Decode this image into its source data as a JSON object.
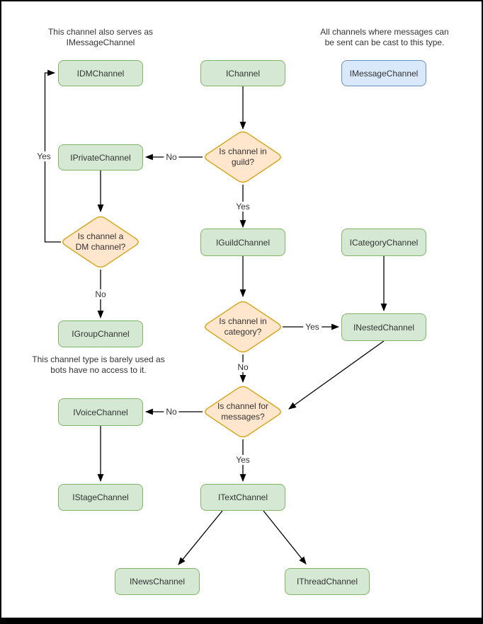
{
  "notes": {
    "dm_serves": {
      "lines": [
        "This channel also serves as",
        "IMessageChannel"
      ]
    },
    "message_cast": {
      "lines": [
        "All channels where messages can",
        "be sent can be cast to this type."
      ]
    },
    "group_unused": {
      "lines": [
        "This channel type is barely used as",
        "bots have no access to it."
      ]
    }
  },
  "nodes": {
    "idm": {
      "label": "IDMChannel"
    },
    "ichannel": {
      "label": "IChannel"
    },
    "imessage": {
      "label": "IMessageChannel"
    },
    "iprivate": {
      "label": "IPrivateChannel"
    },
    "iguild": {
      "label": "IGuildChannel"
    },
    "icategory": {
      "label": "ICategoryChannel"
    },
    "igroup": {
      "label": "IGroupChannel"
    },
    "inested": {
      "label": "INestedChannel"
    },
    "ivoice": {
      "label": "IVoiceChannel"
    },
    "istage": {
      "label": "IStageChannel"
    },
    "itext": {
      "label": "ITextChannel"
    },
    "inews": {
      "label": "INewsChannel"
    },
    "ithread": {
      "label": "IThreadChannel"
    }
  },
  "decisions": {
    "in_guild": {
      "lines": [
        "Is channel in",
        "guild?"
      ]
    },
    "is_dm": {
      "lines": [
        "Is channel a",
        "DM channel?"
      ]
    },
    "in_category": {
      "lines": [
        "Is channel in",
        "category?"
      ]
    },
    "for_messages": {
      "lines": [
        "Is channel for",
        "messages?"
      ]
    }
  },
  "edge_labels": {
    "yes": "Yes",
    "no": "No"
  },
  "colors": {
    "node_green_fill": "#d5e8d4",
    "node_green_border": "#82b366",
    "node_blue_fill": "#dae8fc",
    "node_blue_border": "#6c8ebf",
    "decision_fill": "#ffe6cc",
    "decision_border": "#d79b00",
    "edge": "#000000",
    "text": "#333333"
  }
}
